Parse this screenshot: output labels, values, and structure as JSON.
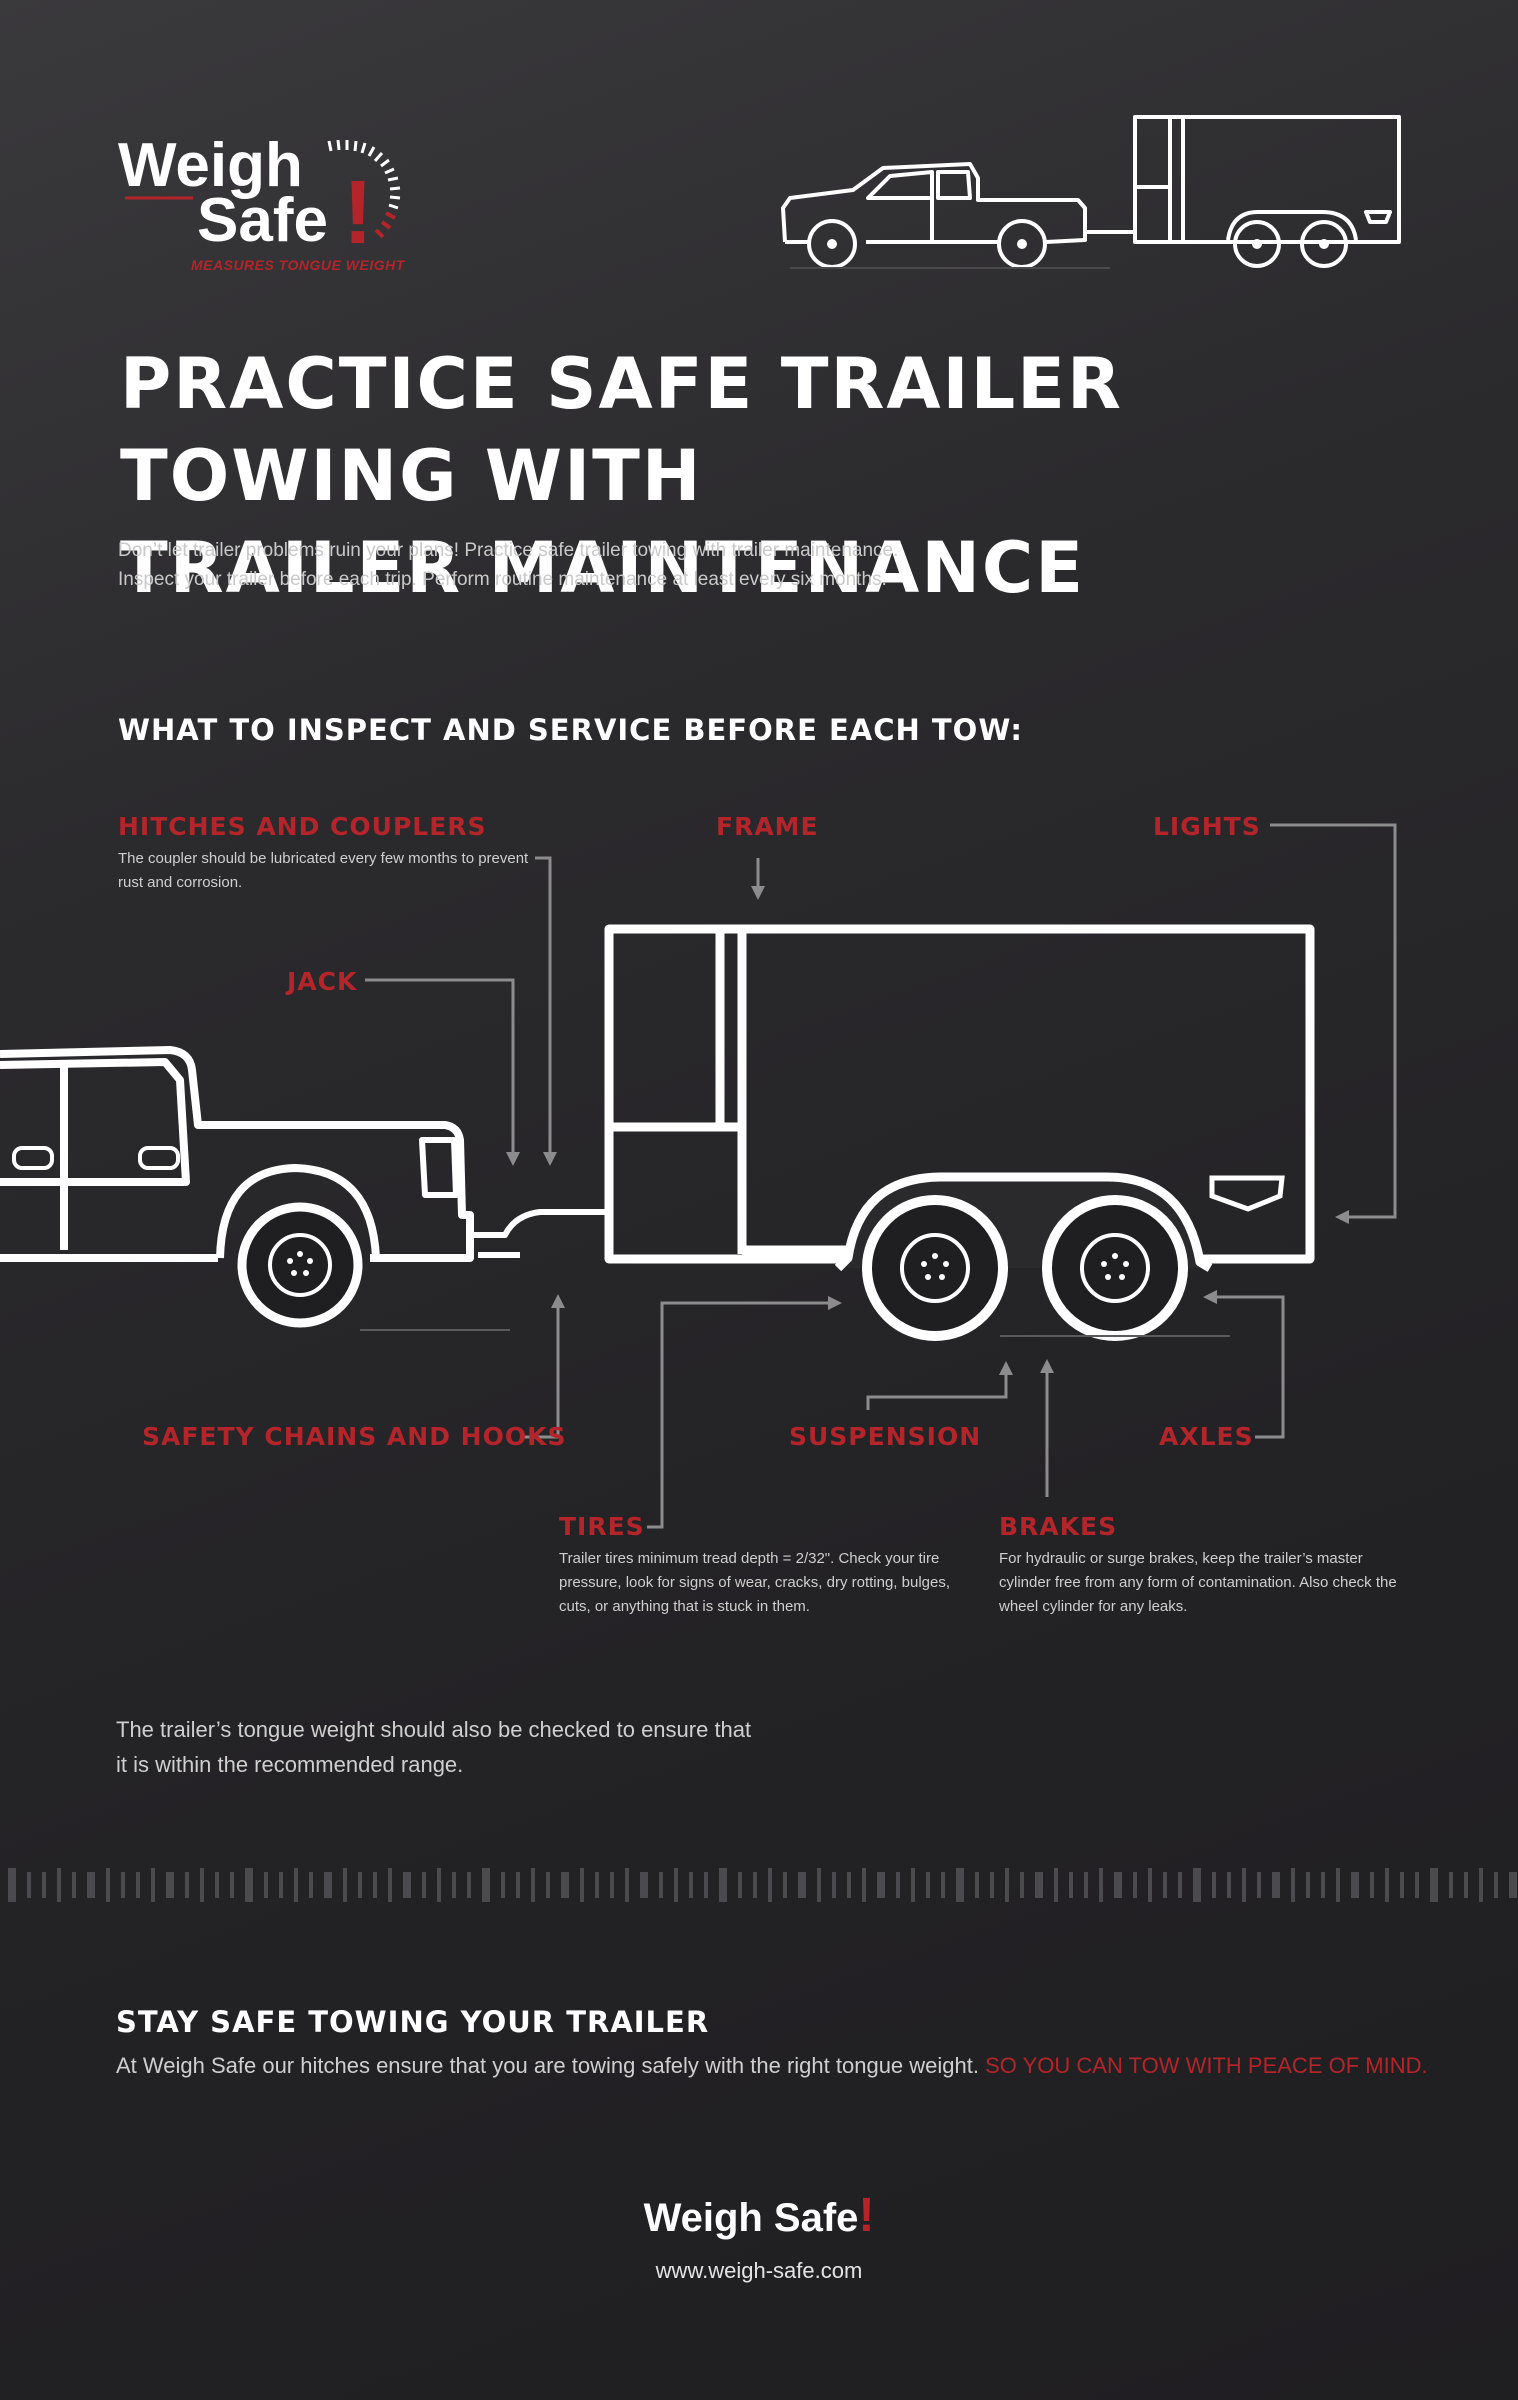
{
  "brand": {
    "line1": "Weigh",
    "line2": "Safe",
    "exclaim": "!",
    "tagline": "MEASURES TONGUE WEIGHT",
    "footer_logo": "Weigh Safe",
    "url": "www.weigh-safe.com"
  },
  "title": {
    "line1": "PRACTICE SAFE TRAILER TOWING WITH",
    "line2": "TRAILER MAINTENANCE"
  },
  "intro": "Don’t let trailer problems ruin your plans! Practice safe trailer towing with trailer maintenance. Inspect your trailer before each trip. Perform routine maintenance at least every six months.",
  "inspect_heading": "WHAT TO INSPECT AND SERVICE BEFORE EACH TOW:",
  "parts": {
    "hitches": {
      "label": "HITCHES AND COUPLERS",
      "desc": "The coupler should be lubricated every few months to prevent rust and corrosion."
    },
    "frame": {
      "label": "FRAME"
    },
    "lights": {
      "label": "LIGHTS"
    },
    "jack": {
      "label": "JACK"
    },
    "safety_chains": {
      "label": "SAFETY CHAINS AND HOOKS"
    },
    "suspension": {
      "label": "SUSPENSION"
    },
    "axles": {
      "label": "AXLES"
    },
    "tires": {
      "label": "TIRES",
      "desc": "Trailer tires minimum tread depth = 2/32\". Check your tire pressure, look for signs of wear, cracks, dry rotting, bulges, cuts, or anything that is stuck in them."
    },
    "brakes": {
      "label": "BRAKES",
      "desc": "For hydraulic or surge brakes, keep the trailer’s master cylinder free from any form of contamination. Also check the wheel cylinder for any leaks."
    }
  },
  "tongue_note": "The trailer’s tongue weight should also be checked to ensure that it is within the recommended range.",
  "stay_safe": {
    "heading": "STAY SAFE TOWING YOUR TRAILER",
    "text": "At Weigh Safe our hitches ensure that you are towing safely with the right tongue weight.",
    "accent": "SO YOU CAN TOW WITH PEACE OF MIND."
  },
  "colors": {
    "accent": "#b3252a",
    "background": "#2a292c",
    "text": "#ffffff"
  },
  "icons": [
    "truck-trailer-icon",
    "gauge-icon",
    "trailer-diagram-icon"
  ]
}
